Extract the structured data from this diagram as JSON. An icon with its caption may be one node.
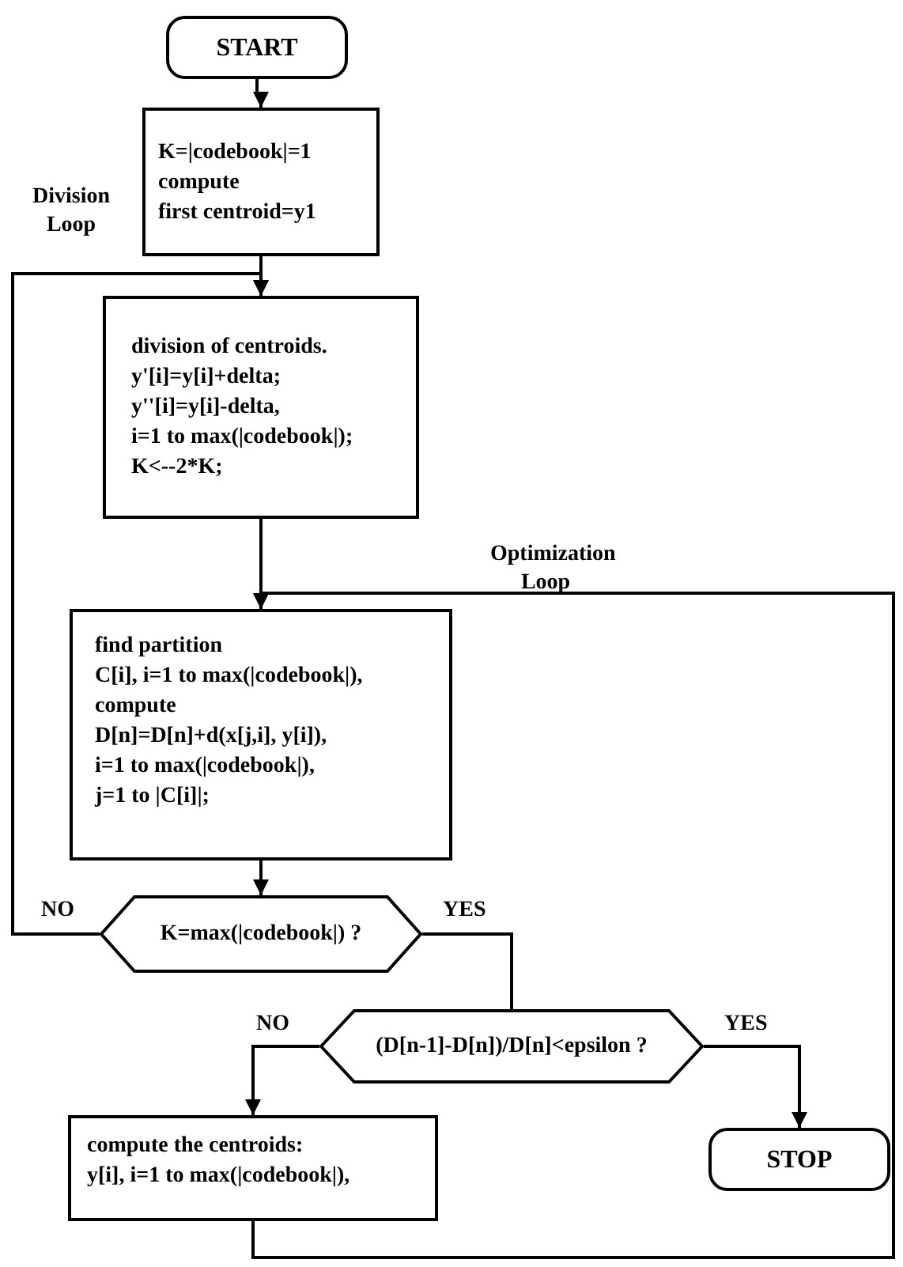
{
  "diagram": {
    "nodes": [
      {
        "text": [
          "START"
        ]
      },
      {
        "text": [
          "K=|codebook|=1",
          "compute",
          "first centroid=y1"
        ]
      },
      {
        "text": [
          "division of centroids.",
          "y'[i]=y[i]+delta;",
          "y''[i]=y[i]-delta,",
          "i=1 to max(|codebook|);",
          "K<--2*K;"
        ]
      },
      {
        "text": [
          "find partition",
          "C[i], i=1 to max(|codebook|),",
          "compute",
          "D[n]=D[n]+d(x[j,i], y[i]),",
          "i=1 to max(|codebook|),",
          "j=1 to |C[i]|;"
        ]
      },
      {
        "text": [
          "K=max(|codebook|) ?"
        ]
      },
      {
        "text": [
          "(D[n-1]-D[n])/D[n]<epsilon ?"
        ]
      },
      {
        "text": [
          "compute the centroids:",
          "y[i], i=1 to max(|codebook|),"
        ]
      },
      {
        "text": [
          "STOP"
        ]
      }
    ],
    "edges": [
      {
        "from": 0,
        "to": 1,
        "arrow": "to"
      },
      {
        "from": 1,
        "to": 2,
        "arrow": "to"
      },
      {
        "from": 2,
        "to": 3,
        "arrow": "to"
      },
      {
        "from": 3,
        "to": 4,
        "arrow": "to"
      },
      {
        "from": 4,
        "to": 2,
        "arrow": "to",
        "label": "NO"
      },
      {
        "from": 4,
        "to": 5,
        "arrow": "none",
        "label": "YES"
      },
      {
        "from": 5,
        "to": 6,
        "arrow": "to",
        "label": "NO"
      },
      {
        "from": 5,
        "to": 7,
        "arrow": "to",
        "label": "YES"
      },
      {
        "from": 6,
        "to": 3,
        "arrow": "to"
      }
    ],
    "labels": [
      "Division Loop",
      "Optimization Loop"
    ]
  }
}
